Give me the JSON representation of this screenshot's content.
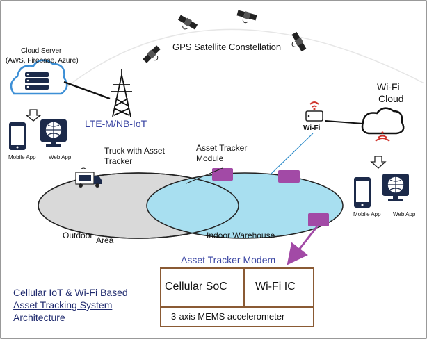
{
  "labels": {
    "gps": "GPS Satellite Constellation",
    "cloud_server": "Cloud Server",
    "cloud_server_sub": "(AWS, Firebase, Azure)",
    "lte": "LTE-M/NB-IoT",
    "wifi_cloud_1": "Wi-Fi",
    "wifi_cloud_2": "Cloud",
    "wifi_router": "Wi-Fi",
    "mobile_app_left": "Mobile App",
    "web_app_left": "Web App",
    "mobile_app_right": "Mobile App",
    "web_app_right": "Web App",
    "truck_1": "Truck with Asset",
    "truck_2": "Tracker",
    "module_1": "Asset Tracker",
    "module_2": "Module",
    "outdoor": "Outdoor",
    "area": "Area",
    "indoor": "Indoor Warehouse",
    "modem_title": "Asset Tracker Modem",
    "cellular_soc": "Cellular SoC",
    "wifi_ic": "Wi-Fi IC",
    "mems": "3-axis MEMS accelerometer",
    "arch_1": "Cellular IoT & Wi-Fi Based",
    "arch_2": "Asset Tracking System",
    "arch_3": "Architecture"
  },
  "colors": {
    "outdoor_fill": "#d9d9d9",
    "indoor_fill": "#a8dff0",
    "module_fill": "#a24aa6",
    "modem_border": "#8a5a34",
    "arrow": "#a24aa6",
    "cloud_blue": "#3c8fd6",
    "lte_text": "#3a45a3"
  },
  "icons": [
    "satellite-icon",
    "cloud-server-icon",
    "cell-tower-icon",
    "phone-icon",
    "globe-icon",
    "wifi-router-icon",
    "cloud-icon",
    "truck-icon"
  ]
}
